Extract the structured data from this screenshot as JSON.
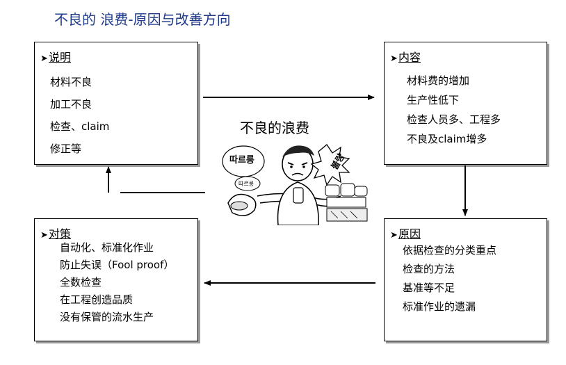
{
  "title": "不良的 浪费-原因与改善方向",
  "center_label": "不良的浪费",
  "boxes": {
    "explanation": {
      "heading": "说明",
      "items": [
        "材料不良",
        "加工不良",
        "检查、claim",
        "修正等"
      ]
    },
    "content": {
      "heading": "内容",
      "items": [
        "材料费的增加",
        "生产性低下",
        "检查人员多、工程多",
        "不良及claim增多"
      ]
    },
    "cause": {
      "heading": "原因",
      "items": [
        "依据检查的分类重点",
        "检查的方法",
        "基准等不足",
        "标准作业的遗漏"
      ]
    },
    "countermeasure": {
      "heading": "对策",
      "items": [
        "自动化、标准化作业",
        "防止失误（Fool proof）",
        "全数检查",
        "在工程创造品质",
        "没有保管的流水生产"
      ]
    }
  },
  "cartoon": {
    "phone_text": "따르릉",
    "phone_text_small": "따르릉",
    "shout_text": "불량"
  }
}
